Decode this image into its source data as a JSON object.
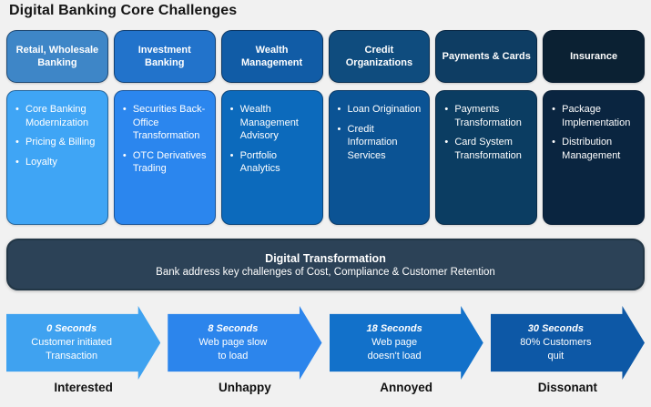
{
  "title": "Digital Banking Core Challenges",
  "columns": [
    {
      "header": "Retail, Wholesale Banking",
      "header_color": "#3E86C7",
      "body_color": "#3FA5F5",
      "items": [
        "Core Banking Modernization",
        "Pricing & Billing",
        "Loyalty"
      ]
    },
    {
      "header": "Investment Banking",
      "header_color": "#2273CB",
      "body_color": "#2B86EE",
      "items": [
        "Securities Back-Office Transformation",
        "OTC Derivatives Trading"
      ]
    },
    {
      "header": "Wealth Management",
      "header_color": "#115CA6",
      "body_color": "#0C6ABC",
      "items": [
        "Wealth Management Advisory",
        "Portfolio Analytics"
      ]
    },
    {
      "header": "Credit Organizations",
      "header_color": "#0F4C7E",
      "body_color": "#0B5394",
      "items": [
        "Loan Origination",
        "Credit Information Services"
      ]
    },
    {
      "header": "Payments & Cards",
      "header_color": "#0E3D63",
      "body_color": "#0B3D62",
      "items": [
        "Payments Transformation",
        "Card System Transformation"
      ]
    },
    {
      "header": "Insurance",
      "header_color": "#0B2133",
      "body_color": "#0A2540",
      "items": [
        "Package Implementation",
        "Distribution Management"
      ]
    }
  ],
  "band": {
    "title": "Digital Transformation",
    "subtitle": "Bank address key challenges of Cost, Compliance & Customer Retention",
    "color": "#2C4257"
  },
  "arrows": [
    {
      "time": "0 Seconds",
      "line1": "Customer initiated",
      "line2": "Transaction",
      "label": "Interested",
      "color": "#3FA2F0"
    },
    {
      "time": "8 Seconds",
      "line1": "Web page slow",
      "line2": "to load",
      "label": "Unhappy",
      "color": "#2C85EC"
    },
    {
      "time": "18 Seconds",
      "line1": "Web page",
      "line2": "doesn't load",
      "label": "Annoyed",
      "color": "#1271CA"
    },
    {
      "time": "30 Seconds",
      "line1": "80% Customers",
      "line2": "quit",
      "label": "Dissonant",
      "color": "#0D58A6"
    }
  ]
}
